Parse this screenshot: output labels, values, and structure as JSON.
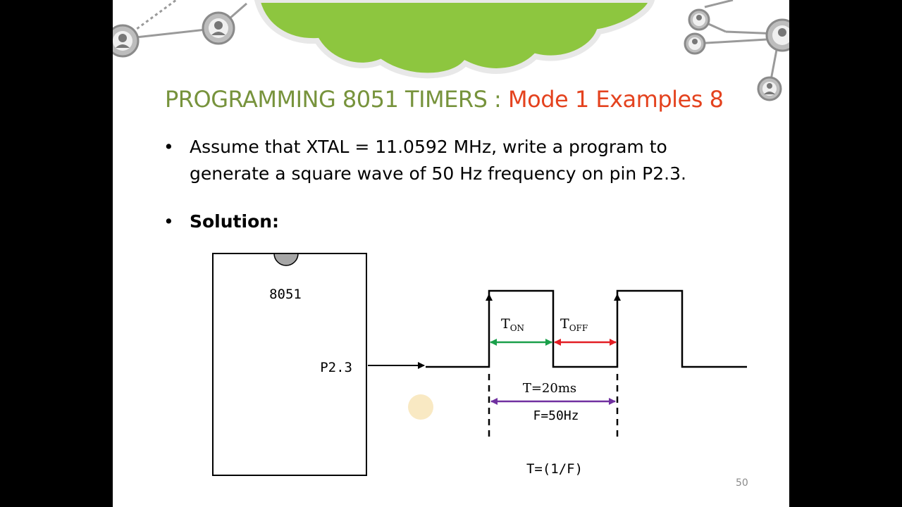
{
  "title": {
    "part1": "PROGRAMMING 8051 TIMERS : ",
    "part2": "Mode 1 Examples 8"
  },
  "bullets": [
    {
      "line1": "Assume that XTAL = 11.0592 MHz, write a program to",
      "line2": "generate a square wave of 50 Hz frequency on pin P2.3."
    },
    {
      "line1": "Solution:"
    }
  ],
  "diagram": {
    "chip_label": "8051",
    "pin_label": "P2.3",
    "t_on": {
      "base": "T",
      "sub": "ON"
    },
    "t_off": {
      "base": "T",
      "sub": "OFF"
    },
    "period": "T=20ms",
    "frequency": "F=50Hz",
    "formula": "T=(1/F)"
  },
  "page_number": "50",
  "colors": {
    "title_green": "#77933c",
    "title_red": "#e4421e",
    "cloud_green": "#8dc63f",
    "t_on_arrow": "#1aa04a",
    "t_off_arrow": "#e31e24",
    "period_arrow": "#7030a0"
  }
}
